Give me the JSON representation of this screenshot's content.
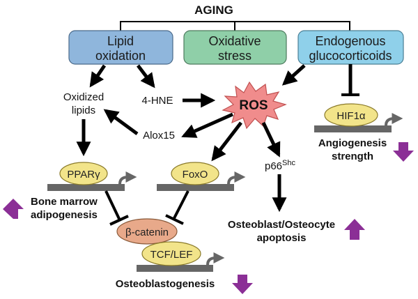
{
  "title": "AGING",
  "colors": {
    "lipid_box": "#8fb6dc",
    "oxidative_box": "#8fcfa8",
    "gluco_box": "#8fd0ea",
    "ros": "#f08c8c",
    "tf_ellipse": "#f2e48a",
    "beta_catenin": "#e8a98a",
    "dna_bar": "#666666",
    "up_down_arrow": "#8b2f96"
  },
  "sources": [
    {
      "id": "lipid",
      "line1": "Lipid",
      "line2": "oxidation"
    },
    {
      "id": "oxidative",
      "line1": "Oxidative",
      "line2": "stress"
    },
    {
      "id": "gluco",
      "line1": "Endogenous",
      "line2": "glucocorticoids"
    }
  ],
  "nodes": {
    "oxidized_lipids_1": "Oxidized",
    "oxidized_lipids_2": "lipids",
    "hne": "4-HNE",
    "ros": "ROS",
    "alox15": "Alox15",
    "p66": "p66",
    "p66_sup": "Shc"
  },
  "factors": {
    "ppar": "PPARγ",
    "foxo": "FoxO",
    "hif": "HIF1α",
    "beta_catenin": "β-catenin",
    "tcf": "TCF/LEF"
  },
  "outcomes": {
    "adipo_1": "Bone marrow",
    "adipo_2": "adipogenesis",
    "adipo_direction": "up",
    "apoptosis_1": "Osteoblast/Osteocyte",
    "apoptosis_2": "apoptosis",
    "apoptosis_direction": "up",
    "angio_1": "Angiogenesis",
    "angio_2": "strength",
    "angio_direction": "down",
    "osteo": "Osteoblastogenesis",
    "osteo_direction": "down"
  }
}
